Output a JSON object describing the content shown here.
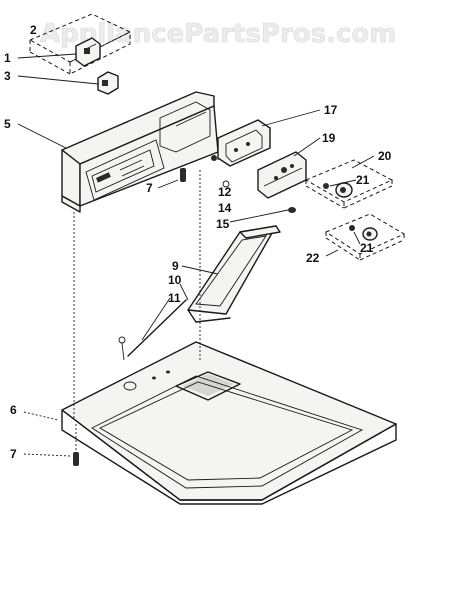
{
  "watermark": "AppliancePartsPros.com",
  "parts": {
    "p1": "1",
    "p2": "2",
    "p3": "3",
    "p5": "5",
    "p6": "6",
    "p7a": "7",
    "p7b": "7",
    "p9": "9",
    "p10": "10",
    "p11": "11",
    "p12": "12",
    "p14": "14",
    "p15": "15",
    "p17": "17",
    "p19": "19",
    "p20": "20",
    "p21a": "21",
    "p21b": "21",
    "p22": "22"
  }
}
